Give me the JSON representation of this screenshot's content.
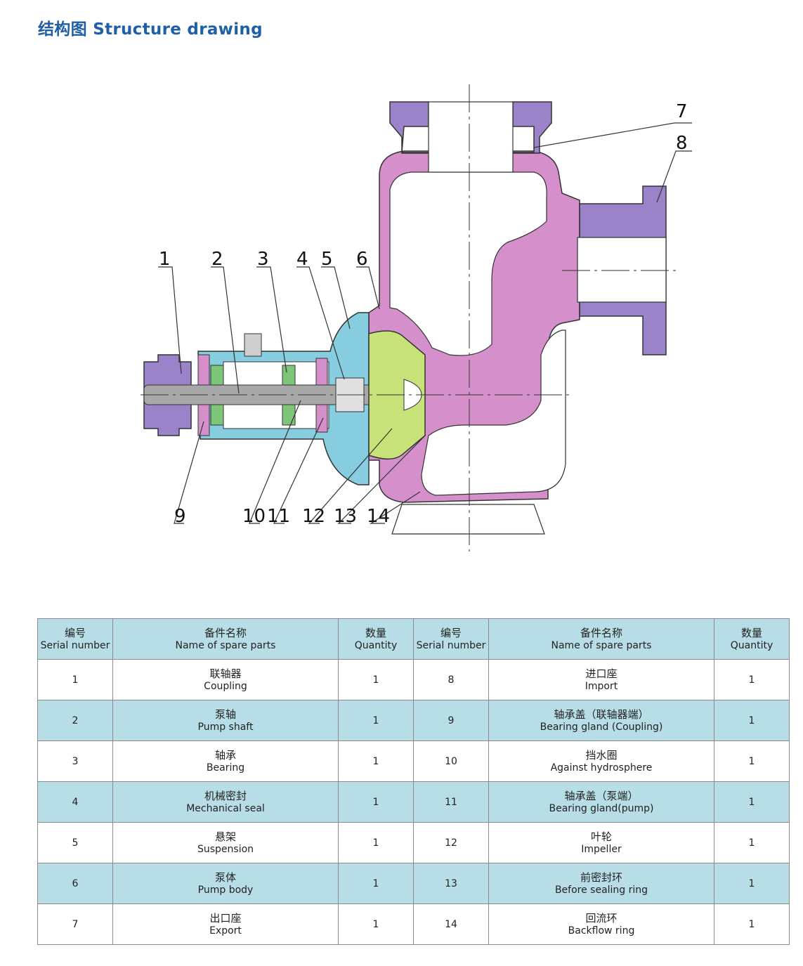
{
  "title": "结构图 Structure drawing",
  "drawing": {
    "callouts": [
      "1",
      "2",
      "3",
      "4",
      "5",
      "6",
      "7",
      "8",
      "9",
      "10",
      "11",
      "12",
      "13",
      "14"
    ],
    "colors": {
      "pump_body": "#d58fca",
      "flange": "#9b83c9",
      "suspension": "#86cde0",
      "bearing": "#7dc579",
      "impeller": "#c8e27a",
      "shaft": "#a8a8a8",
      "outline": "#333333"
    }
  },
  "table": {
    "headers": [
      {
        "zh": "编号",
        "en": "Serial number"
      },
      {
        "zh": "备件名称",
        "en": "Name of spare parts"
      },
      {
        "zh": "数量",
        "en": "Quantity"
      },
      {
        "zh": "编号",
        "en": "Serial number"
      },
      {
        "zh": "备件名称",
        "en": "Name of spare parts"
      },
      {
        "zh": "数量",
        "en": "Quantity"
      }
    ],
    "rows": [
      {
        "no1": "1",
        "zh1": "联轴器",
        "en1": "Coupling",
        "q1": "1",
        "no2": "8",
        "zh2": "进口座",
        "en2": "Import",
        "q2": "1"
      },
      {
        "no1": "2",
        "zh1": "泵轴",
        "en1": "Pump shaft",
        "q1": "1",
        "no2": "9",
        "zh2": "轴承盖（联轴器端）",
        "en2": "Bearing gland (Coupling)",
        "q2": "1"
      },
      {
        "no1": "3",
        "zh1": "轴承",
        "en1": "Bearing",
        "q1": "1",
        "no2": "10",
        "zh2": "挡水圈",
        "en2": "Against hydrosphere",
        "q2": "1"
      },
      {
        "no1": "4",
        "zh1": "机械密封",
        "en1": "Mechanical seal",
        "q1": "1",
        "no2": "11",
        "zh2": "轴承盖（泵端）",
        "en2": "Bearing gland(pump)",
        "q2": "1"
      },
      {
        "no1": "5",
        "zh1": "悬架",
        "en1": "Suspension",
        "q1": "1",
        "no2": "12",
        "zh2": "叶轮",
        "en2": "Impeller",
        "q2": "1"
      },
      {
        "no1": "6",
        "zh1": "泵体",
        "en1": "Pump body",
        "q1": "1",
        "no2": "13",
        "zh2": "前密封环",
        "en2": "Before sealing ring",
        "q2": "1"
      },
      {
        "no1": "7",
        "zh1": "出口座",
        "en1": "Export",
        "q1": "1",
        "no2": "14",
        "zh2": "回流环",
        "en2": "Backflow ring",
        "q2": "1"
      }
    ]
  }
}
